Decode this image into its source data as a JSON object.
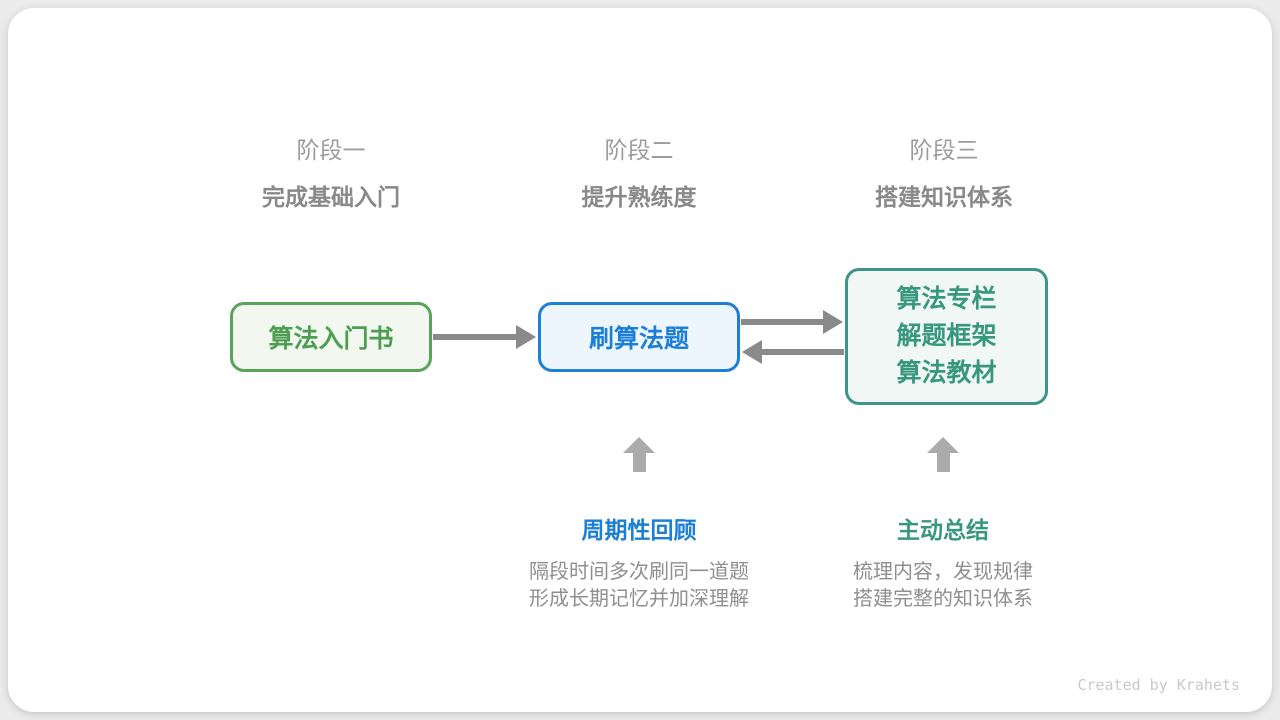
{
  "stages": [
    {
      "label": "阶段一",
      "subtitle": "完成基础入门"
    },
    {
      "label": "阶段二",
      "subtitle": "提升熟练度"
    },
    {
      "label": "阶段三",
      "subtitle": "搭建知识体系"
    }
  ],
  "nodes": {
    "intro_book": {
      "text": "算法入门书"
    },
    "practice": {
      "text": "刷算法题"
    },
    "resources": {
      "lines": [
        "算法专栏",
        "解题框架",
        "算法教材"
      ]
    }
  },
  "annotations": {
    "review": {
      "title": "周期性回顾",
      "desc_line1": "隔段时间多次刷同一道题",
      "desc_line2": "形成长期记忆并加深理解"
    },
    "summary": {
      "title": "主动总结",
      "desc_line1": "梳理内容，发现规律",
      "desc_line2": "搭建完整的知识体系"
    }
  },
  "footer": {
    "credit": "Created by Krahets"
  },
  "colors": {
    "green": "#4d9e50",
    "blue": "#1d80d6",
    "teal": "#38987e",
    "arrow_gray": "#8a8a8a",
    "up_arrow_gray": "#ababab",
    "text_gray": "#8f8f8f",
    "background": "#ebebeb",
    "card": "#ffffff"
  }
}
